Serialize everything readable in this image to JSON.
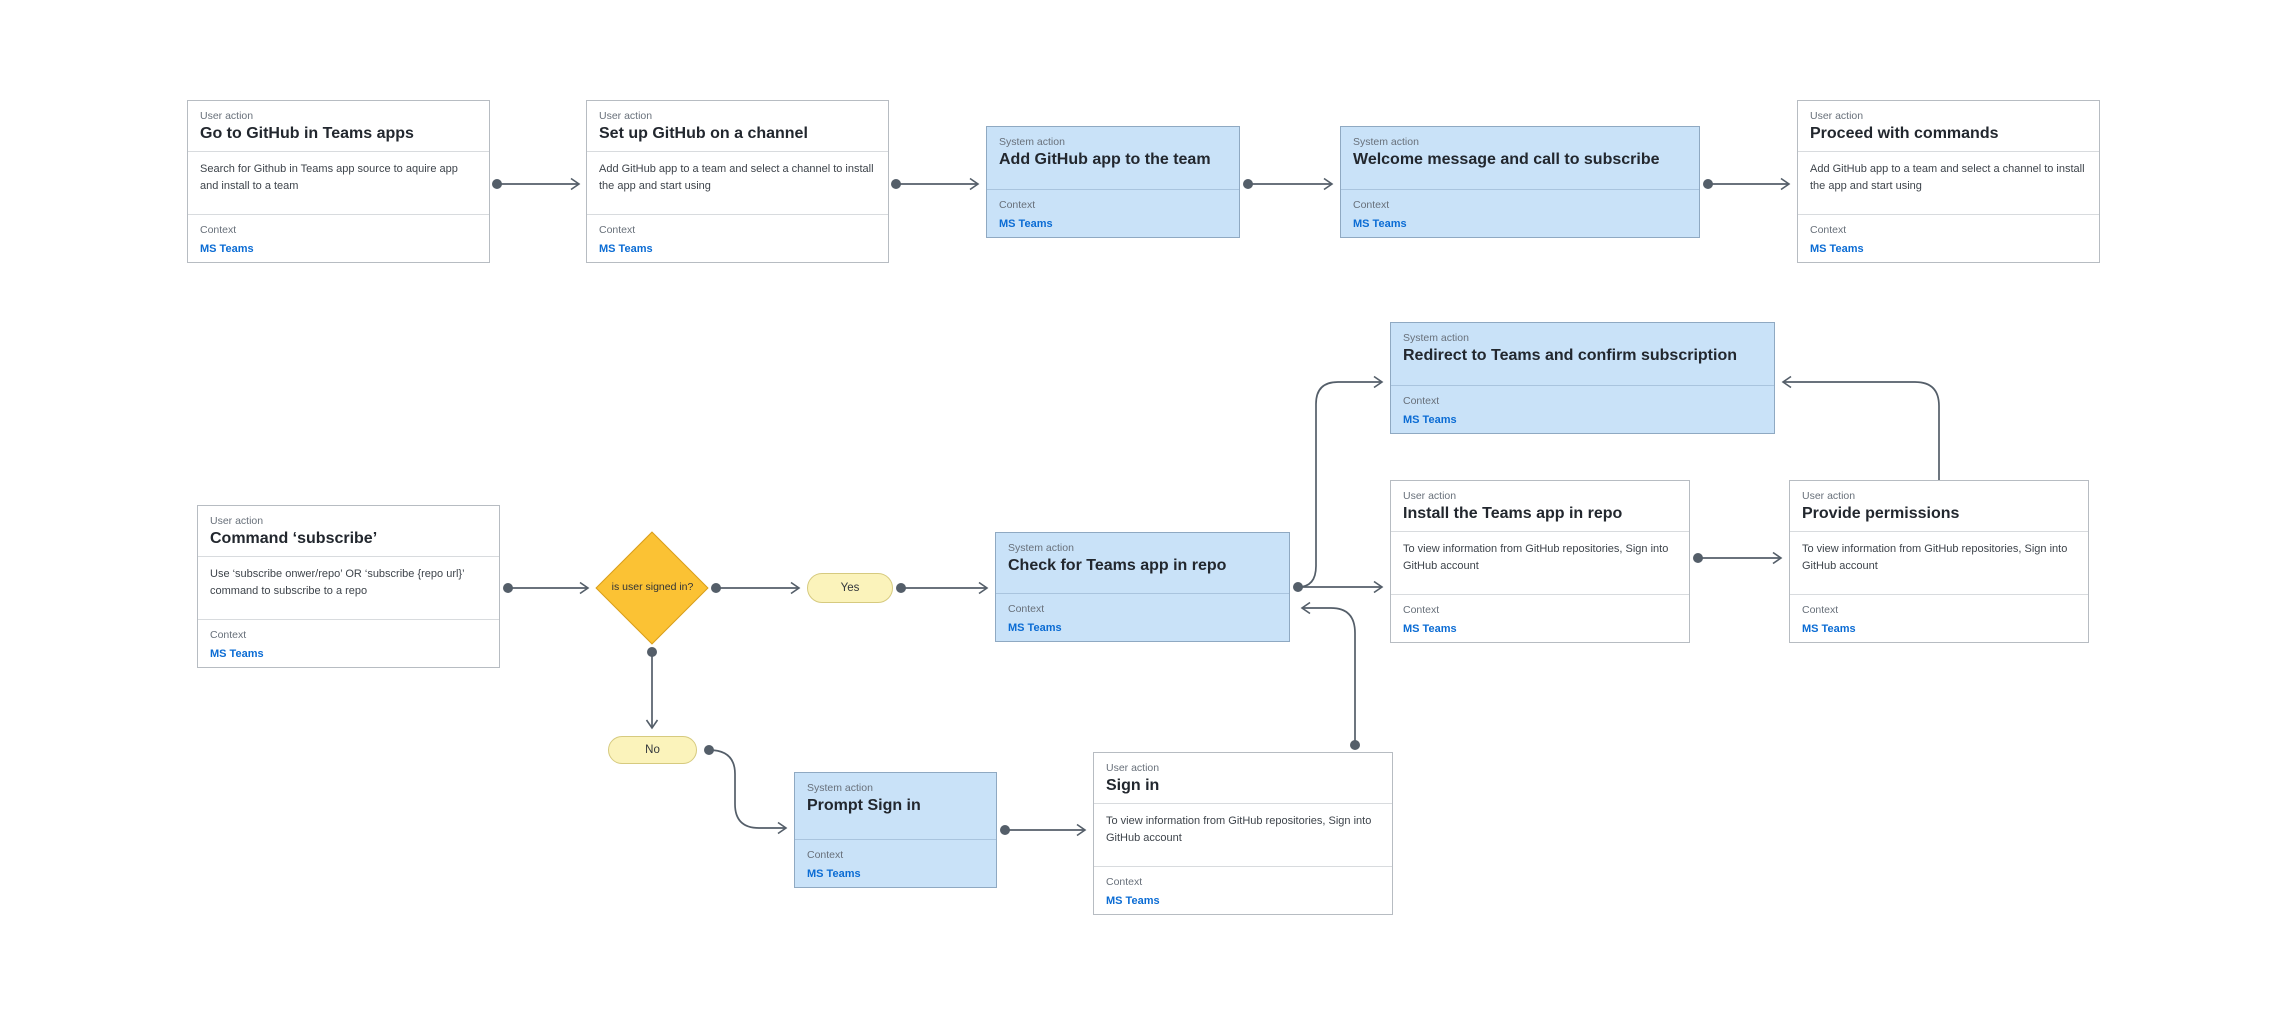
{
  "labels": {
    "user": "User action",
    "system": "System action",
    "context": "Context"
  },
  "pills": {
    "yes": "Yes",
    "no": "No"
  },
  "decision": {
    "text": "is user signed in?"
  },
  "nodes": {
    "n1": {
      "title": "Go to GitHub in Teams apps",
      "desc": "Search for Github in Teams app source to aquire app and install to a team",
      "context": "MS Teams"
    },
    "n2": {
      "title": "Set up GitHub on a channel",
      "desc": "Add GitHub app to a team and select a channel to install the app and start using",
      "context": "MS Teams"
    },
    "n3": {
      "title": "Add GitHub app to the team",
      "context": "MS Teams"
    },
    "n4": {
      "title": "Welcome message and call to subscribe",
      "context": "MS Teams"
    },
    "n5": {
      "title": "Proceed with commands",
      "desc": "Add GitHub app to a team and select a channel to install the app and start using",
      "context": "MS Teams"
    },
    "n6": {
      "title": "Command ‘subscribe’",
      "desc": "Use ‘subscribe onwer/repo’ OR ‘subscribe {repo url}’ command to subscribe to a repo",
      "context": "MS Teams"
    },
    "n7": {
      "title": "Check for Teams app in repo",
      "context": "MS Teams"
    },
    "n8": {
      "title": "Redirect to Teams and confirm subscription",
      "context": "MS Teams"
    },
    "n9": {
      "title": "Install the Teams app in repo",
      "desc": "To view information from GitHub repositories, Sign into GitHub account",
      "context": "MS Teams"
    },
    "n10": {
      "title": "Provide permissions",
      "desc": "To view information from GitHub repositories, Sign into GitHub account",
      "context": "MS Teams"
    },
    "n11": {
      "title": "Prompt Sign in",
      "context": "MS Teams"
    },
    "n12": {
      "title": "Sign in",
      "desc": "To view information from GitHub repositories, Sign into GitHub account",
      "context": "MS Teams"
    }
  },
  "colors": {
    "system_card_bg": "#c9e2f8",
    "system_card_border": "#8fa9c2",
    "user_card_border": "#b7bcc2",
    "decision_fill": "#fbc234",
    "decision_border": "#d99f1f",
    "pill_fill": "#fbf3bb",
    "pill_border": "#d6ca7f",
    "link_blue": "#0b6cd4",
    "connector": "#545e69"
  }
}
